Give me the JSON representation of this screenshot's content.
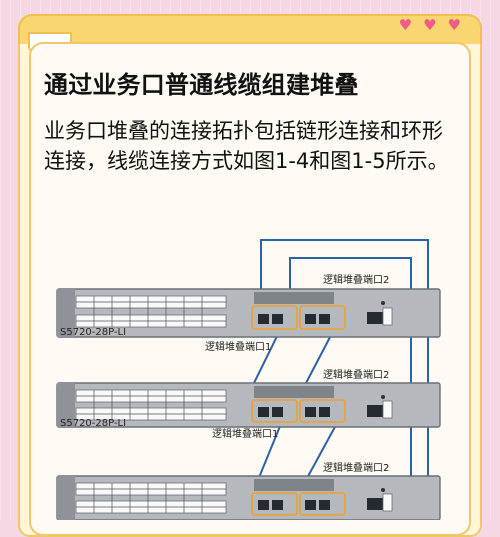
{
  "decoration": {
    "hearts": [
      "♥",
      "♥",
      "♥"
    ]
  },
  "title": "通过业务口普通线缆组建堆叠",
  "description": "业务口堆叠的连接拓扑包括链形连接和环形连接，线缆连接方式如图1-4和图1-5所示。",
  "diagram": {
    "labels": {
      "stack_port_1": "逻辑堆叠端口1",
      "stack_port_2": "逻辑堆叠端口2"
    },
    "switch_model": "S5720-28P-LI"
  }
}
